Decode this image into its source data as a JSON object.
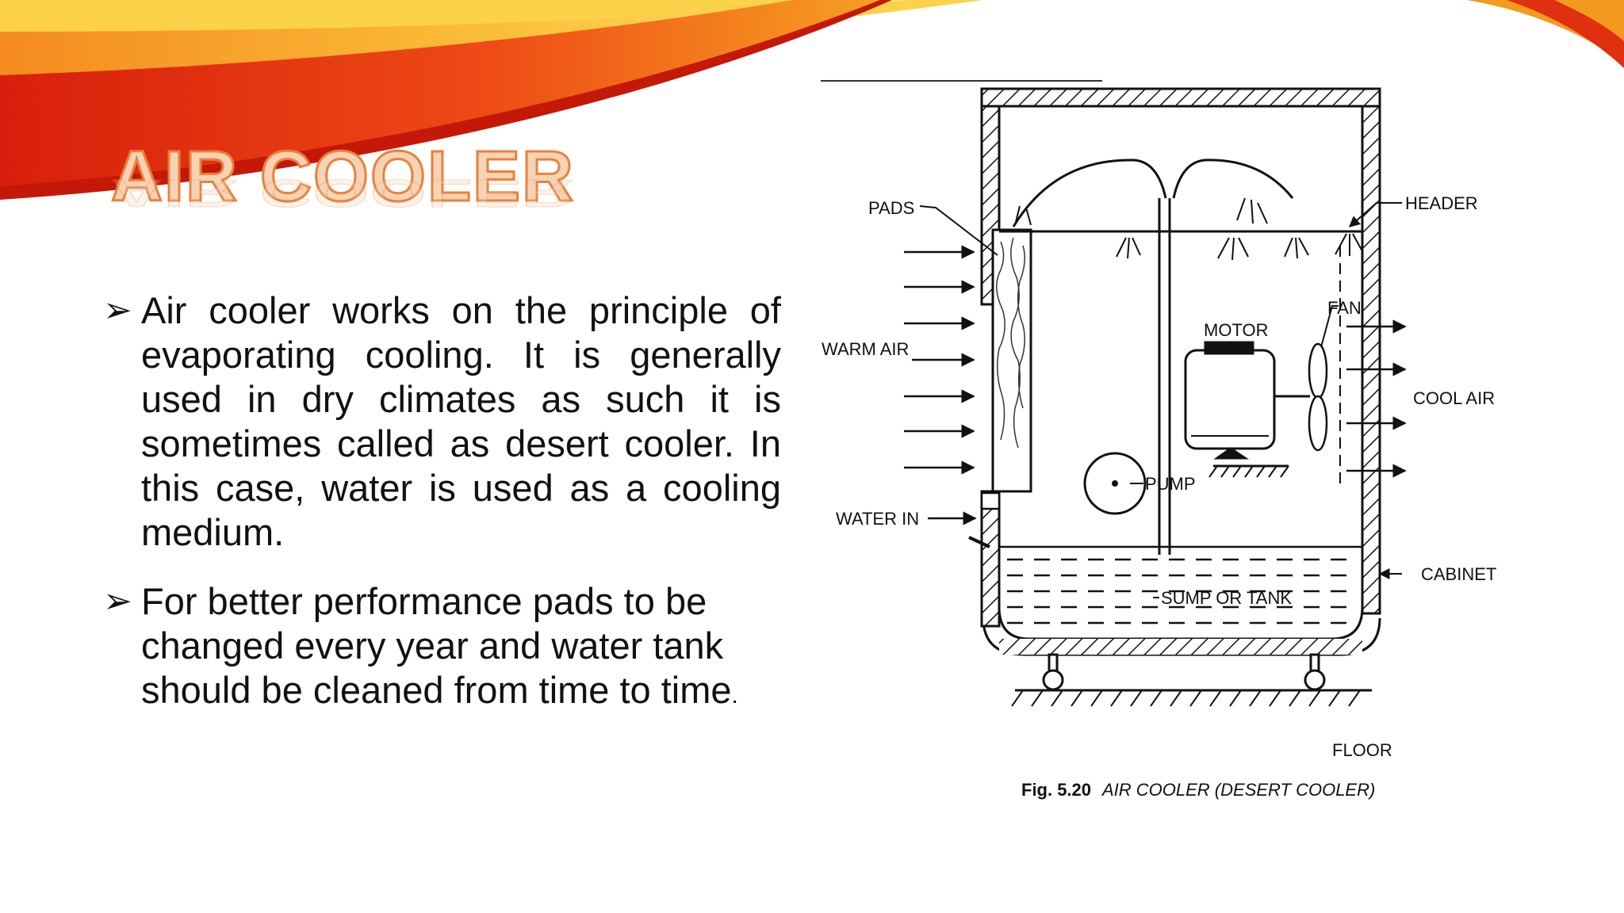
{
  "slide": {
    "title": "AIR COOLER",
    "bullets": [
      {
        "icon": "arrow-bullet-icon",
        "text": "Air cooler works on the principle of evaporating cooling. It is generally used in dry climates as such it is sometimes called as desert cooler. In this case, water is used as a cooling medium.",
        "tail": ""
      },
      {
        "icon": "arrow-bullet-icon",
        "text": "For better performance pads to be changed every year and water tank should be cleaned from time to time",
        "tail": "."
      }
    ],
    "bullet_glyph": "➢"
  },
  "figure": {
    "labels": {
      "pads": "PADS",
      "header": "HEADER",
      "fan": "FAN",
      "motor": "MOTOR",
      "warm_air": "WARM AIR",
      "cool_air": "COOL AIR",
      "pump": "PUMP",
      "water_in": "WATER IN",
      "cabinet": "CABINET",
      "sump": "SUMP OR TANK",
      "floor": "FLOOR"
    },
    "caption_number": "Fig. 5.20",
    "caption_text": "AIR COOLER (DESERT COOLER)"
  },
  "colors": {
    "title_fill": "#f6d3b6",
    "title_stroke": "#e8823c",
    "swoosh_red": "#e02a12",
    "swoosh_orange": "#f7a021",
    "swoosh_yellow": "#fbd24a"
  }
}
